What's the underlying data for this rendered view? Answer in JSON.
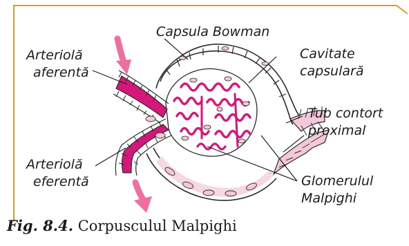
{
  "labels": {
    "capsula_bowman": "Capsula Bowman",
    "arteriola_aferenta_1": "Arteriolă",
    "arteriola_aferenta_2": "aferentă",
    "cavitate_1": "Cavitate",
    "cavitate_2": "capsulară",
    "tub_1": "Tub contort",
    "tub_2": "proximal",
    "arteriola_eferenta_1": "Arteriolă",
    "arteriola_eferenta_2": "eferentă",
    "glomerul_1": "Glomerulul",
    "glomerul_2": "Malpighi"
  },
  "caption": {
    "fig": "Fig. 8.4.",
    "title": "Corpusculul Malpighi"
  },
  "colors": {
    "frame": "#e8962e",
    "magenta": "#d6177a",
    "light_pink": "#f3c9d9",
    "arrow": "#ee6fa0",
    "outline": "#2a2a2a"
  }
}
